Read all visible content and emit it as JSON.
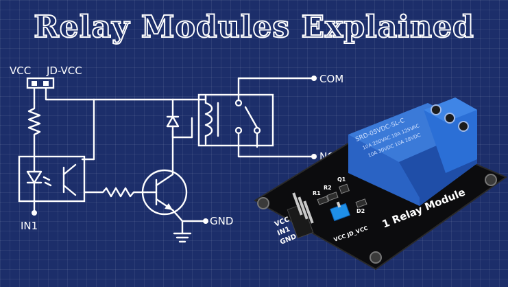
{
  "title": "Relay Modules Explained",
  "schematic": {
    "vcc_label": "VCC",
    "jdvcc_label": "JD-VCC",
    "com_label": "COM",
    "nc_label": "NC",
    "gnd_label": "GND",
    "in1_label": "IN1"
  },
  "module": {
    "board_label": "1 Relay Module",
    "pin_labels": [
      "VCC",
      "IN1",
      "GND"
    ],
    "jumper_label": "VCC JD_VCC",
    "component_labels": [
      "R1",
      "R2",
      "Q1",
      "D2"
    ],
    "relay_text_line1": "SRD-05VDC-SL-C",
    "relay_text_line2": "10A 250VAC 10A 125VAC",
    "relay_text_line3": "10A 30VDC 10A 28VDC"
  },
  "colors": {
    "background": "#1c2e6a",
    "line": "#ffffff",
    "pcb": "#111111",
    "relay": "#2f6fd0",
    "jumper": "#1e8de0"
  }
}
